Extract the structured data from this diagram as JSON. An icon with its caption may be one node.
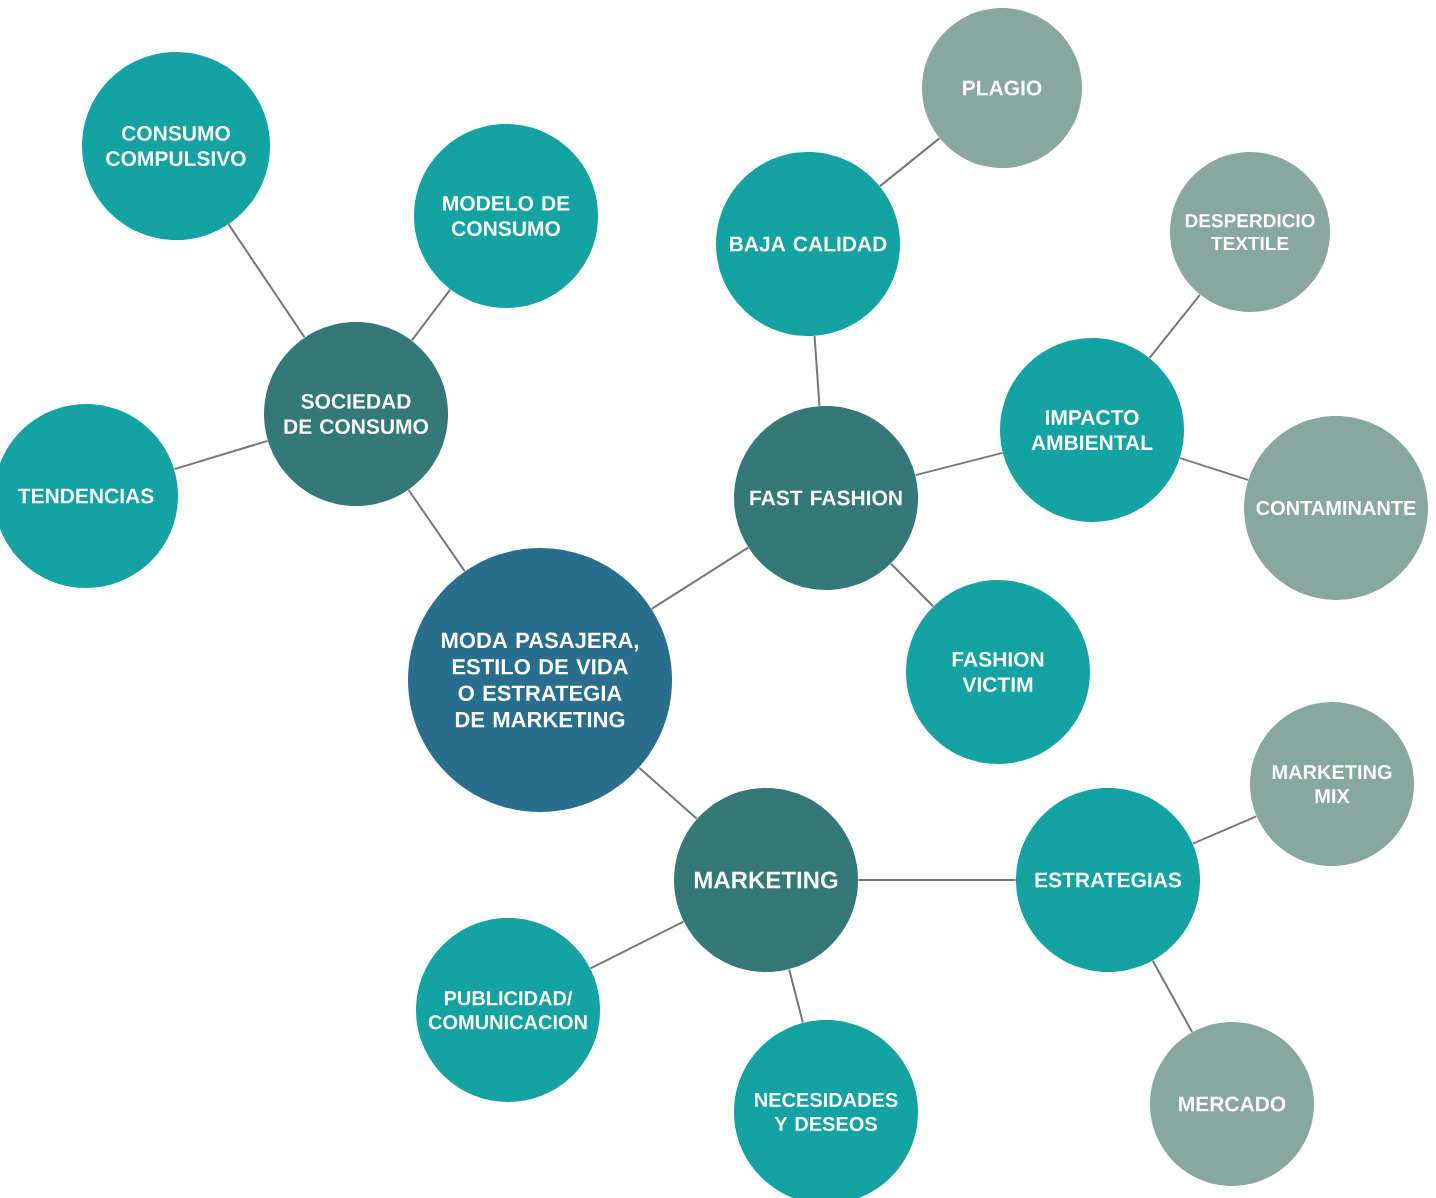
{
  "diagram": {
    "nodes": [
      {
        "text": [
          "MODA PASAJERA, ESTILO DE VIDA O ESTRATEGIA DE MARKETING"
        ]
      },
      {
        "text": [
          "SOCIEDAD DE CONSUMO"
        ]
      },
      {
        "text": [
          "CONSUMO COMPULSIVO"
        ]
      },
      {
        "text": [
          "MODELO DE CONSUMO"
        ]
      },
      {
        "text": [
          "TENDENCIAS"
        ]
      },
      {
        "text": [
          "FAST FASHION"
        ]
      },
      {
        "text": [
          "BAJA CALIDAD"
        ]
      },
      {
        "text": [
          "PLAGIO"
        ]
      },
      {
        "text": [
          "IMPACTO AMBIENTAL"
        ]
      },
      {
        "text": [
          "DESPERDICIO TEXTILE"
        ]
      },
      {
        "text": [
          "CONTAMINANTE"
        ]
      },
      {
        "text": [
          "FASHION VICTIM"
        ]
      },
      {
        "text": [
          "MARKETING"
        ]
      },
      {
        "text": [
          "ESTRATEGIAS"
        ]
      },
      {
        "text": [
          "MARKETING MIX"
        ]
      },
      {
        "text": [
          "MERCADO"
        ]
      },
      {
        "text": [
          "PUBLICIDAD/ COMUNICACION"
        ]
      },
      {
        "text": [
          "NECESIDADES Y DESEOS"
        ]
      }
    ],
    "edges": [
      {
        "from": 0,
        "to": 1,
        "arrow": "none"
      },
      {
        "from": 1,
        "to": 2,
        "arrow": "none"
      },
      {
        "from": 1,
        "to": 3,
        "arrow": "none"
      },
      {
        "from": 1,
        "to": 4,
        "arrow": "none"
      },
      {
        "from": 0,
        "to": 5,
        "arrow": "none"
      },
      {
        "from": 5,
        "to": 6,
        "arrow": "none"
      },
      {
        "from": 6,
        "to": 7,
        "arrow": "none"
      },
      {
        "from": 5,
        "to": 8,
        "arrow": "none"
      },
      {
        "from": 8,
        "to": 9,
        "arrow": "none"
      },
      {
        "from": 8,
        "to": 10,
        "arrow": "none"
      },
      {
        "from": 5,
        "to": 11,
        "arrow": "none"
      },
      {
        "from": 0,
        "to": 12,
        "arrow": "none"
      },
      {
        "from": 12,
        "to": 13,
        "arrow": "none"
      },
      {
        "from": 13,
        "to": 14,
        "arrow": "none"
      },
      {
        "from": 13,
        "to": 15,
        "arrow": "none"
      },
      {
        "from": 12,
        "to": 16,
        "arrow": "none"
      },
      {
        "from": 12,
        "to": 17,
        "arrow": "none"
      }
    ]
  }
}
